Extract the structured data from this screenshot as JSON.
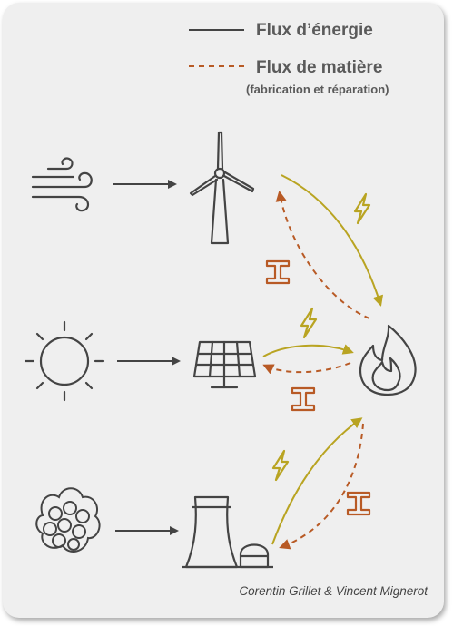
{
  "legend": {
    "energy_label": "Flux d’énergie",
    "matter_label": "Flux de matière",
    "matter_sublabel": "(fabrication et réparation)"
  },
  "credit": "Corentin Grillet & Vincent Mignerot",
  "colors": {
    "icon": "#444444",
    "energy_arrow": "#b9a422",
    "matter_arrow": "#b85a25",
    "background": "#efefef"
  },
  "icons": [
    "wind-icon",
    "sun-icon",
    "atom-cluster-icon",
    "wind-turbine-icon",
    "solar-panel-icon",
    "nuclear-plant-icon",
    "fire-icon",
    "lightning-icon",
    "steel-beam-icon"
  ]
}
